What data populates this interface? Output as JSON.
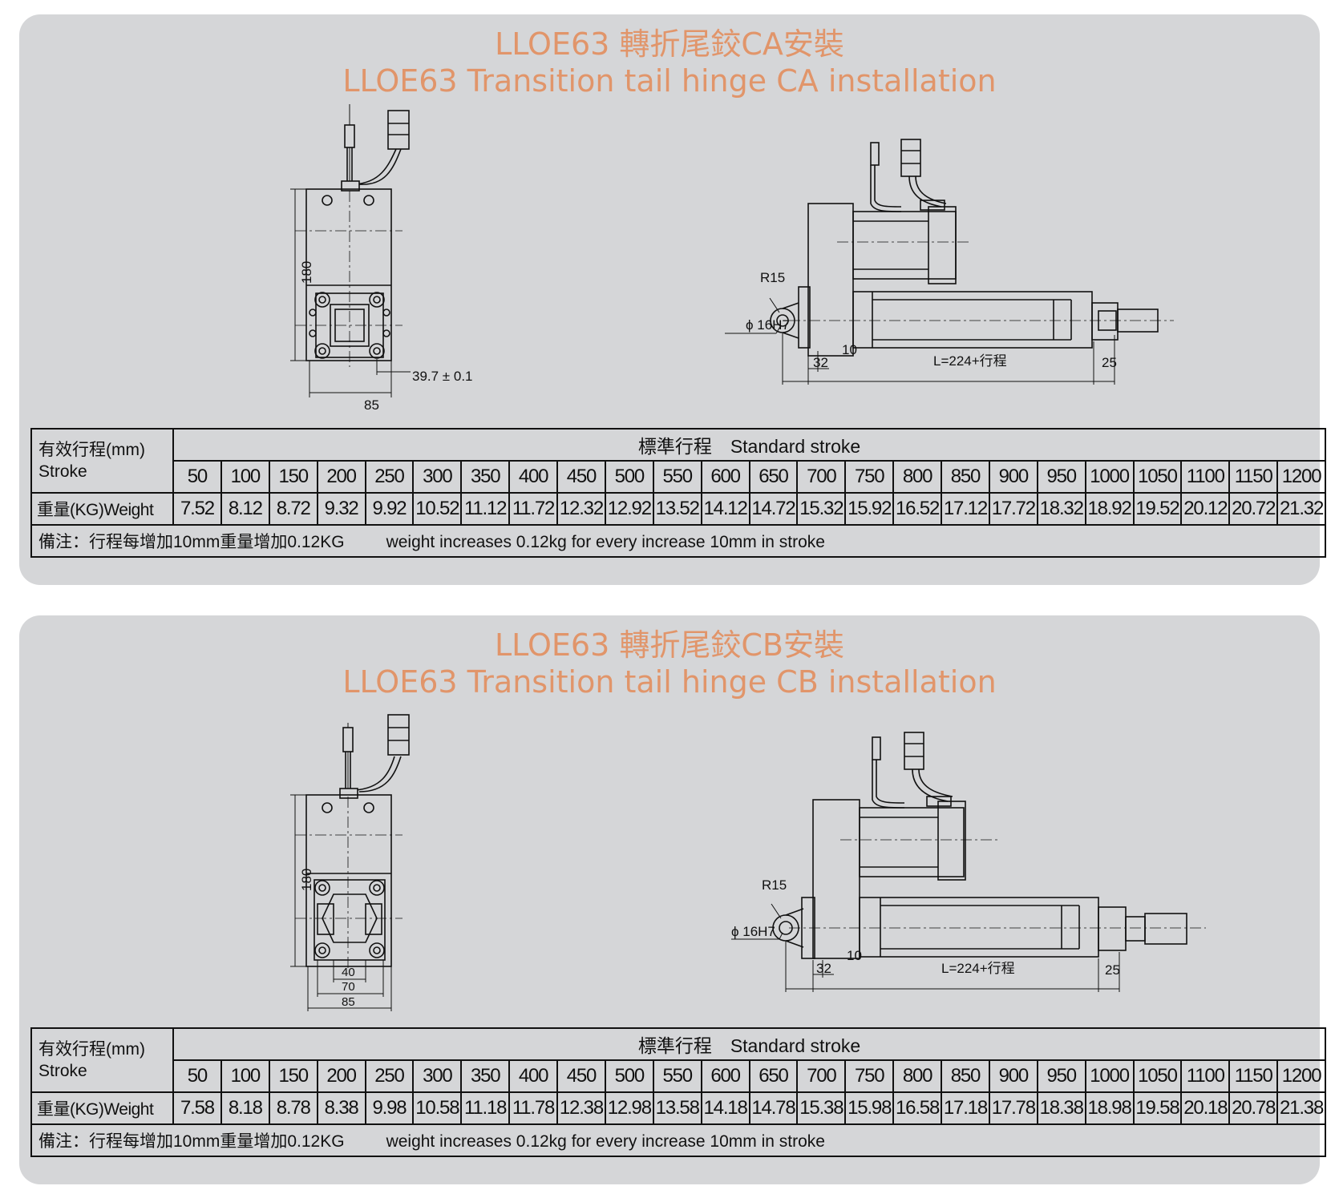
{
  "panels": [
    {
      "title_zh": "LLOE63 轉折尾鉸CA安裝",
      "title_en": "LLOE63 Transition tail hinge CA installation",
      "drawing_labels": {
        "height_dim": "180",
        "width_dim": "85",
        "hole_dim": "39.7 ± 0.1",
        "radius": "R15",
        "bore": "ϕ 16H7",
        "dim_10": "10",
        "dim_32": "32",
        "length": "L=224+行程",
        "dim_25": "25"
      },
      "table": {
        "stroke_label_zh": "有效行程(mm)",
        "stroke_label_en": "Stroke",
        "standard_header": "標準行程　Standard stroke",
        "strokes": [
          "50",
          "100",
          "150",
          "200",
          "250",
          "300",
          "350",
          "400",
          "450",
          "500",
          "550",
          "600",
          "650",
          "700",
          "750",
          "800",
          "850",
          "900",
          "950",
          "1000",
          "1050",
          "1100",
          "1150",
          "1200"
        ],
        "weight_label": "重量(KG)Weight",
        "weights": [
          "7.52",
          "8.12",
          "8.72",
          "9.32",
          "9.92",
          "10.52",
          "11.12",
          "11.72",
          "12.32",
          "12.92",
          "13.52",
          "14.12",
          "14.72",
          "15.32",
          "15.92",
          "16.52",
          "17.12",
          "17.72",
          "18.32",
          "18.92",
          "19.52",
          "20.12",
          "20.72",
          "21.32"
        ],
        "note_zh": "備注：行程每增加10mm重量增加0.12KG",
        "note_en": "weight increases 0.12kg for every increase 10mm in stroke"
      }
    },
    {
      "title_zh": "LLOE63 轉折尾鉸CB安裝",
      "title_en": "LLOE63 Transition tail hinge CB installation",
      "drawing_labels": {
        "height_dim": "180",
        "dim_40": "40",
        "dim_70": "70",
        "width_dim": "85",
        "radius": "R15",
        "bore": "ϕ 16H7",
        "dim_10": "10",
        "dim_32": "32",
        "length": "L=224+行程",
        "dim_25": "25"
      },
      "table": {
        "stroke_label_zh": "有效行程(mm)",
        "stroke_label_en": "Stroke",
        "standard_header": "標準行程　Standard stroke",
        "strokes": [
          "50",
          "100",
          "150",
          "200",
          "250",
          "300",
          "350",
          "400",
          "450",
          "500",
          "550",
          "600",
          "650",
          "700",
          "750",
          "800",
          "850",
          "900",
          "950",
          "1000",
          "1050",
          "1100",
          "1150",
          "1200"
        ],
        "weight_label": "重量(KG)Weight",
        "weights": [
          "7.58",
          "8.18",
          "8.78",
          "8.38",
          "9.98",
          "10.58",
          "11.18",
          "11.78",
          "12.38",
          "12.98",
          "13.58",
          "14.18",
          "14.78",
          "15.38",
          "15.98",
          "16.58",
          "17.18",
          "17.78",
          "18.38",
          "18.98",
          "19.58",
          "20.18",
          "20.78",
          "21.38"
        ],
        "note_zh": "備注：行程每增加10mm重量增加0.12KG",
        "note_en": "weight increases 0.12kg for every increase 10mm in stroke"
      }
    }
  ],
  "colors": {
    "panel_bg": "#d5d6d8",
    "title": "#e1956a",
    "line": "#111111"
  }
}
